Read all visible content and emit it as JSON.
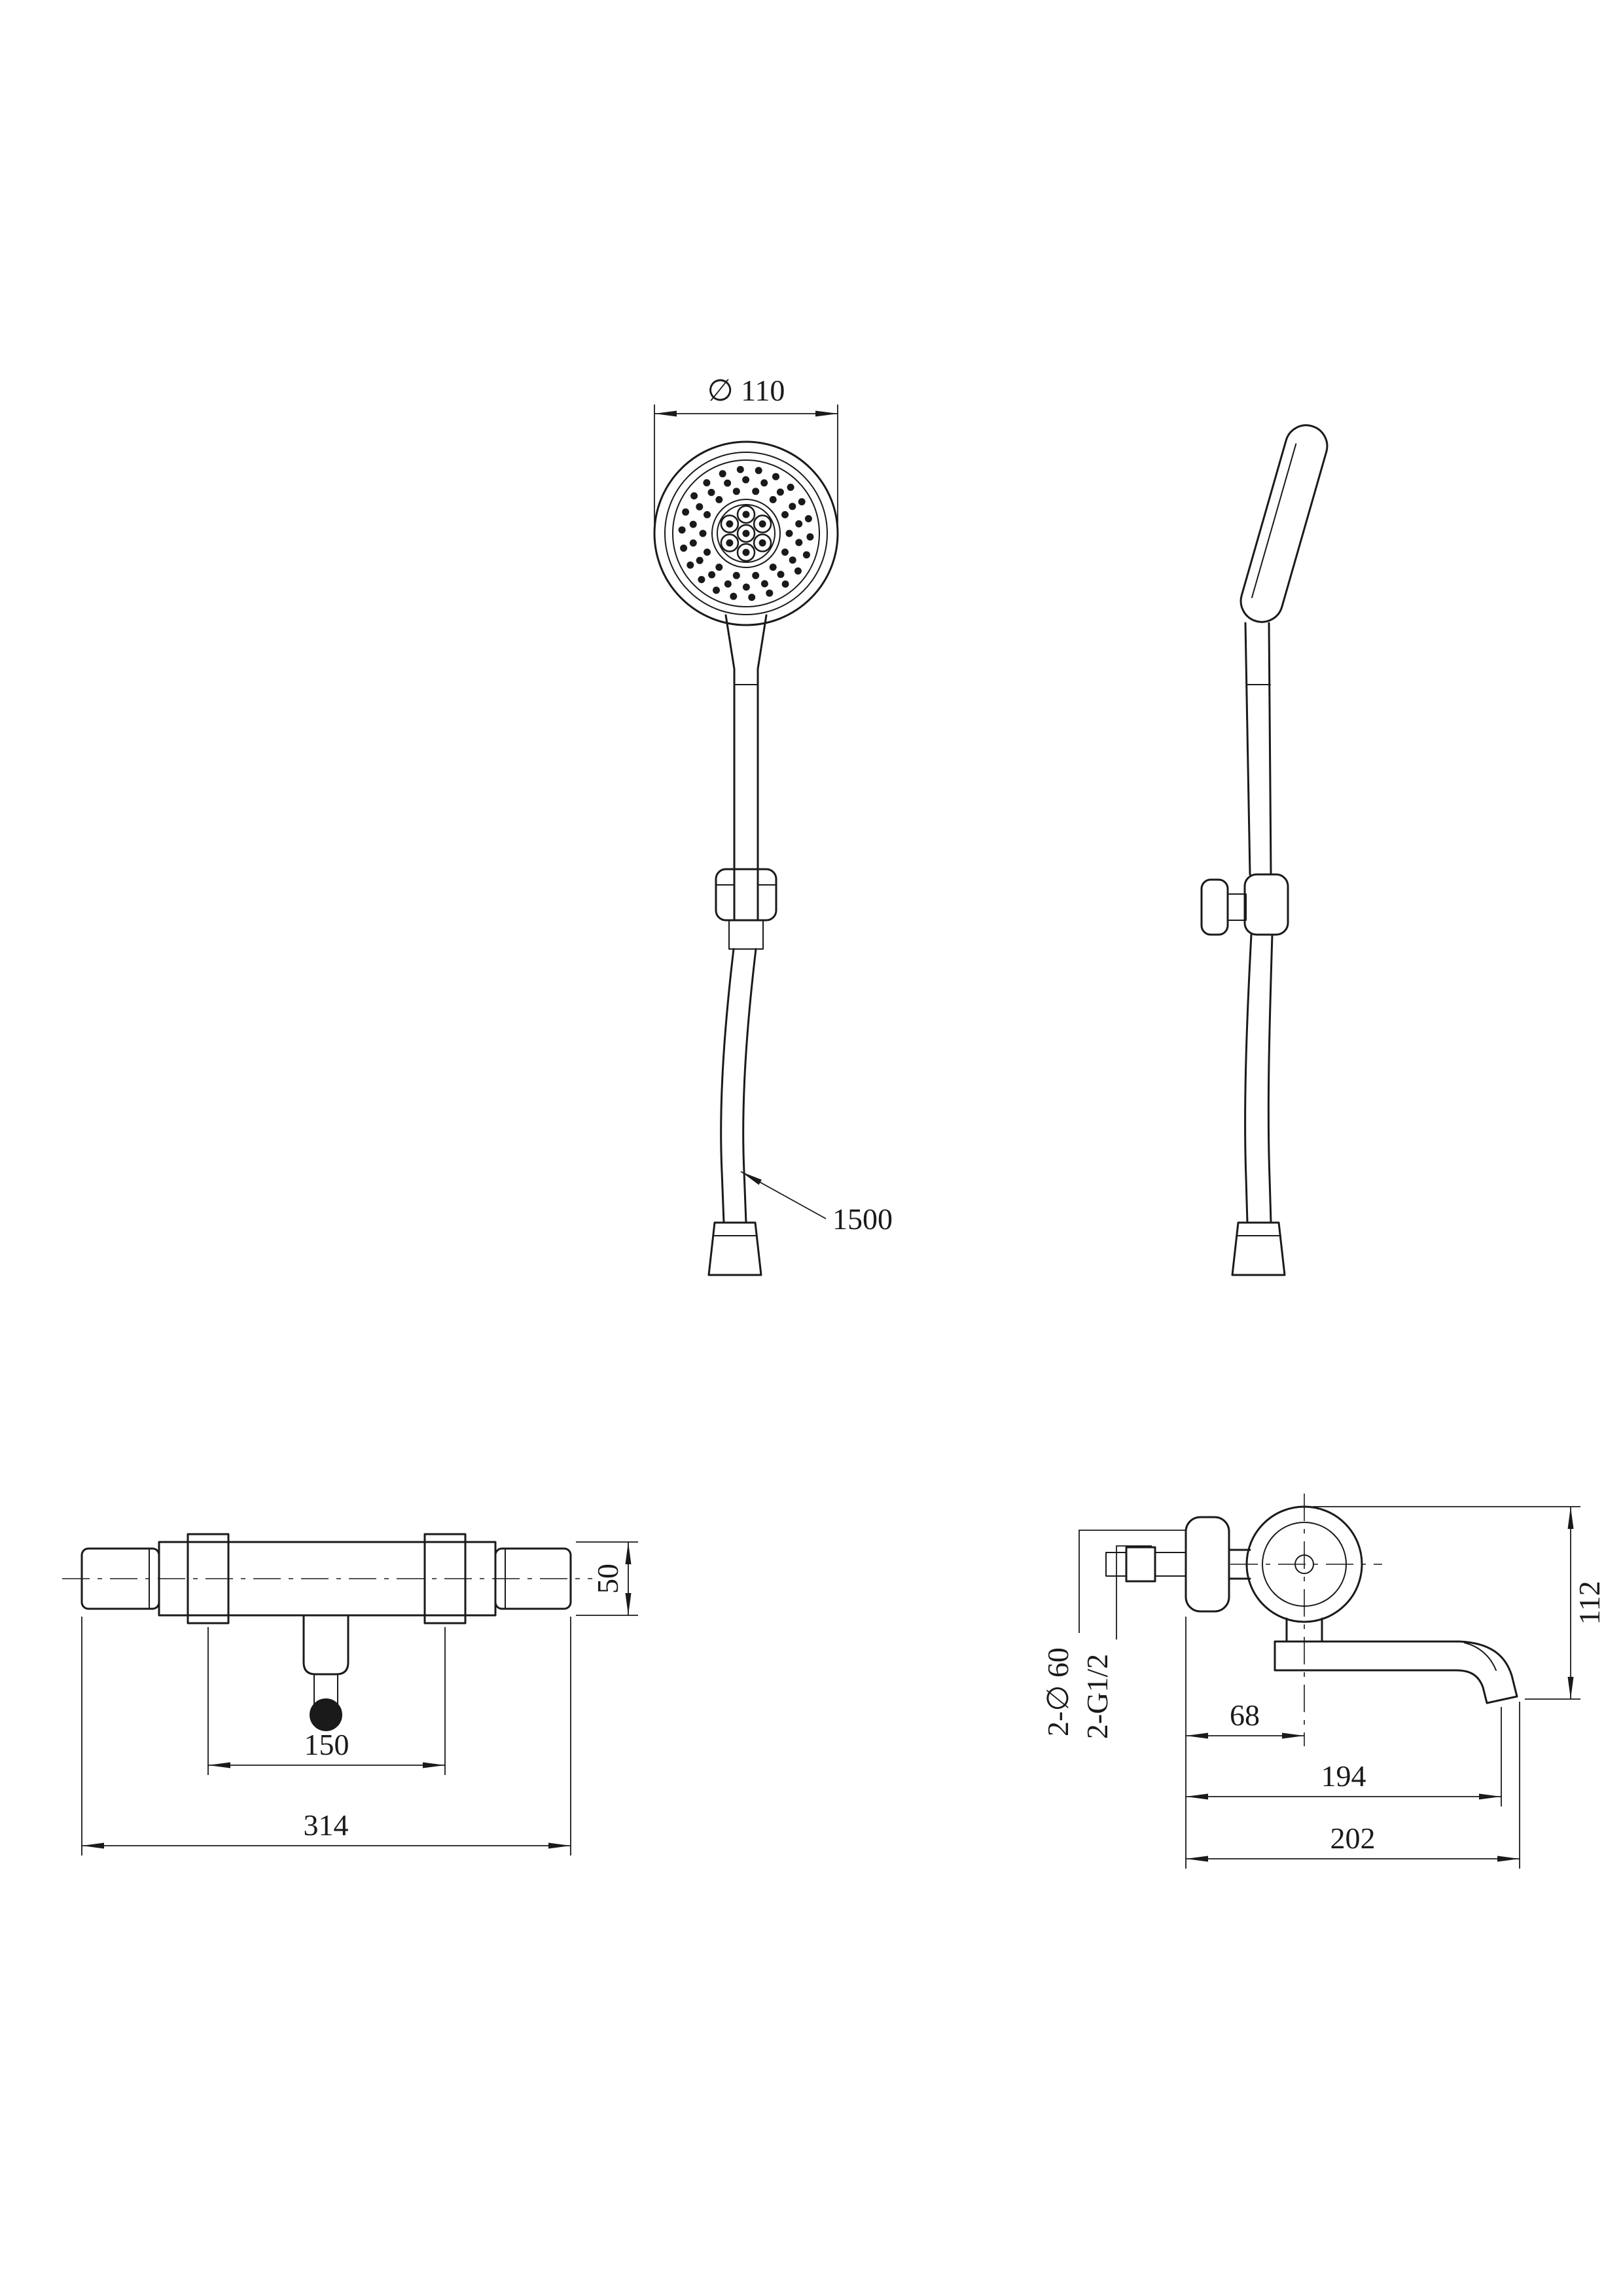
{
  "drawing": {
    "colors": {
      "line": "#1a1a1a",
      "background": "#ffffff"
    },
    "dimensions": {
      "head_diameter": "∅ 110",
      "hose_length": "1500",
      "bar_diameter": "50",
      "inlet_spacing": "150",
      "bar_width": "314",
      "body_height": "112",
      "flange_count_diameter": "2-∅ 60",
      "inlet_thread": "2-G1/2",
      "wall_to_spout_center": "68",
      "spout_reach": "194",
      "overall_depth": "202"
    }
  }
}
